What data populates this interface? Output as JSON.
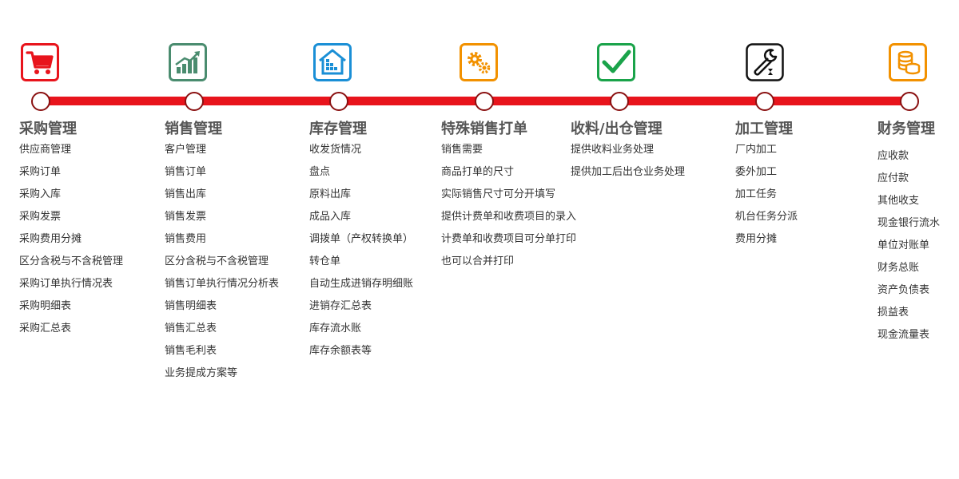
{
  "modules": [
    {
      "id": "purchase",
      "icon": "shopping-cart-icon",
      "color": "#e8141c",
      "title": "采购管理",
      "items": [
        "供应商管理",
        "采购订单",
        "采购入库",
        "采购发票",
        "采购费用分摊",
        "区分含税与不含税管理",
        "采购订单执行情况表",
        "采购明细表",
        "采购汇总表"
      ]
    },
    {
      "id": "sales",
      "icon": "growth-chart-icon",
      "color": "#4a8c6f",
      "title": "销售管理",
      "items": [
        "客户管理",
        "销售订单",
        "销售出库",
        "销售发票",
        "销售费用",
        "区分含税与不含税管理",
        "销售订单执行情况分析表",
        "销售明细表",
        "销售汇总表",
        "销售毛利表",
        "业务提成方案等"
      ]
    },
    {
      "id": "inventory",
      "icon": "warehouse-icon",
      "color": "#1a8fd6",
      "title": "库存管理",
      "items": [
        "收发货情况",
        "盘点",
        "原料出库",
        "成品入库",
        "调拨单（产权转换单）",
        "转仓单",
        "自动生成进销存明细账",
        "进销存汇总表",
        "库存流水账",
        "库存余额表等"
      ]
    },
    {
      "id": "special-sales",
      "icon": "gears-icon",
      "color": "#f29100",
      "title": "特殊销售打单",
      "items": [
        "销售需要",
        "商品打单的尺寸",
        "实际销售尺寸可分开填写",
        "提供计费单和收费项目的录入",
        "计费单和收费项目可分单打印",
        "也可以合并打印"
      ]
    },
    {
      "id": "material",
      "icon": "checkmark-icon",
      "color": "#1aa34a",
      "title": "收料/出仓管理",
      "items": [
        "提供收料业务处理",
        "提供加工后出仓业务处理"
      ]
    },
    {
      "id": "processing",
      "icon": "wrench-icon",
      "color": "#111111",
      "title": "加工管理",
      "items": [
        "厂内加工",
        "委外加工",
        "加工任务",
        "机台任务分派",
        "费用分摊"
      ]
    },
    {
      "id": "finance",
      "icon": "coins-icon",
      "color": "#f29100",
      "title": "财务管理",
      "items": [
        "应收款",
        "应付款",
        "其他收支",
        "现金银行流水",
        "单位对账单",
        "财务总账",
        "资产负债表",
        "损益表",
        "现金流量表"
      ]
    }
  ]
}
